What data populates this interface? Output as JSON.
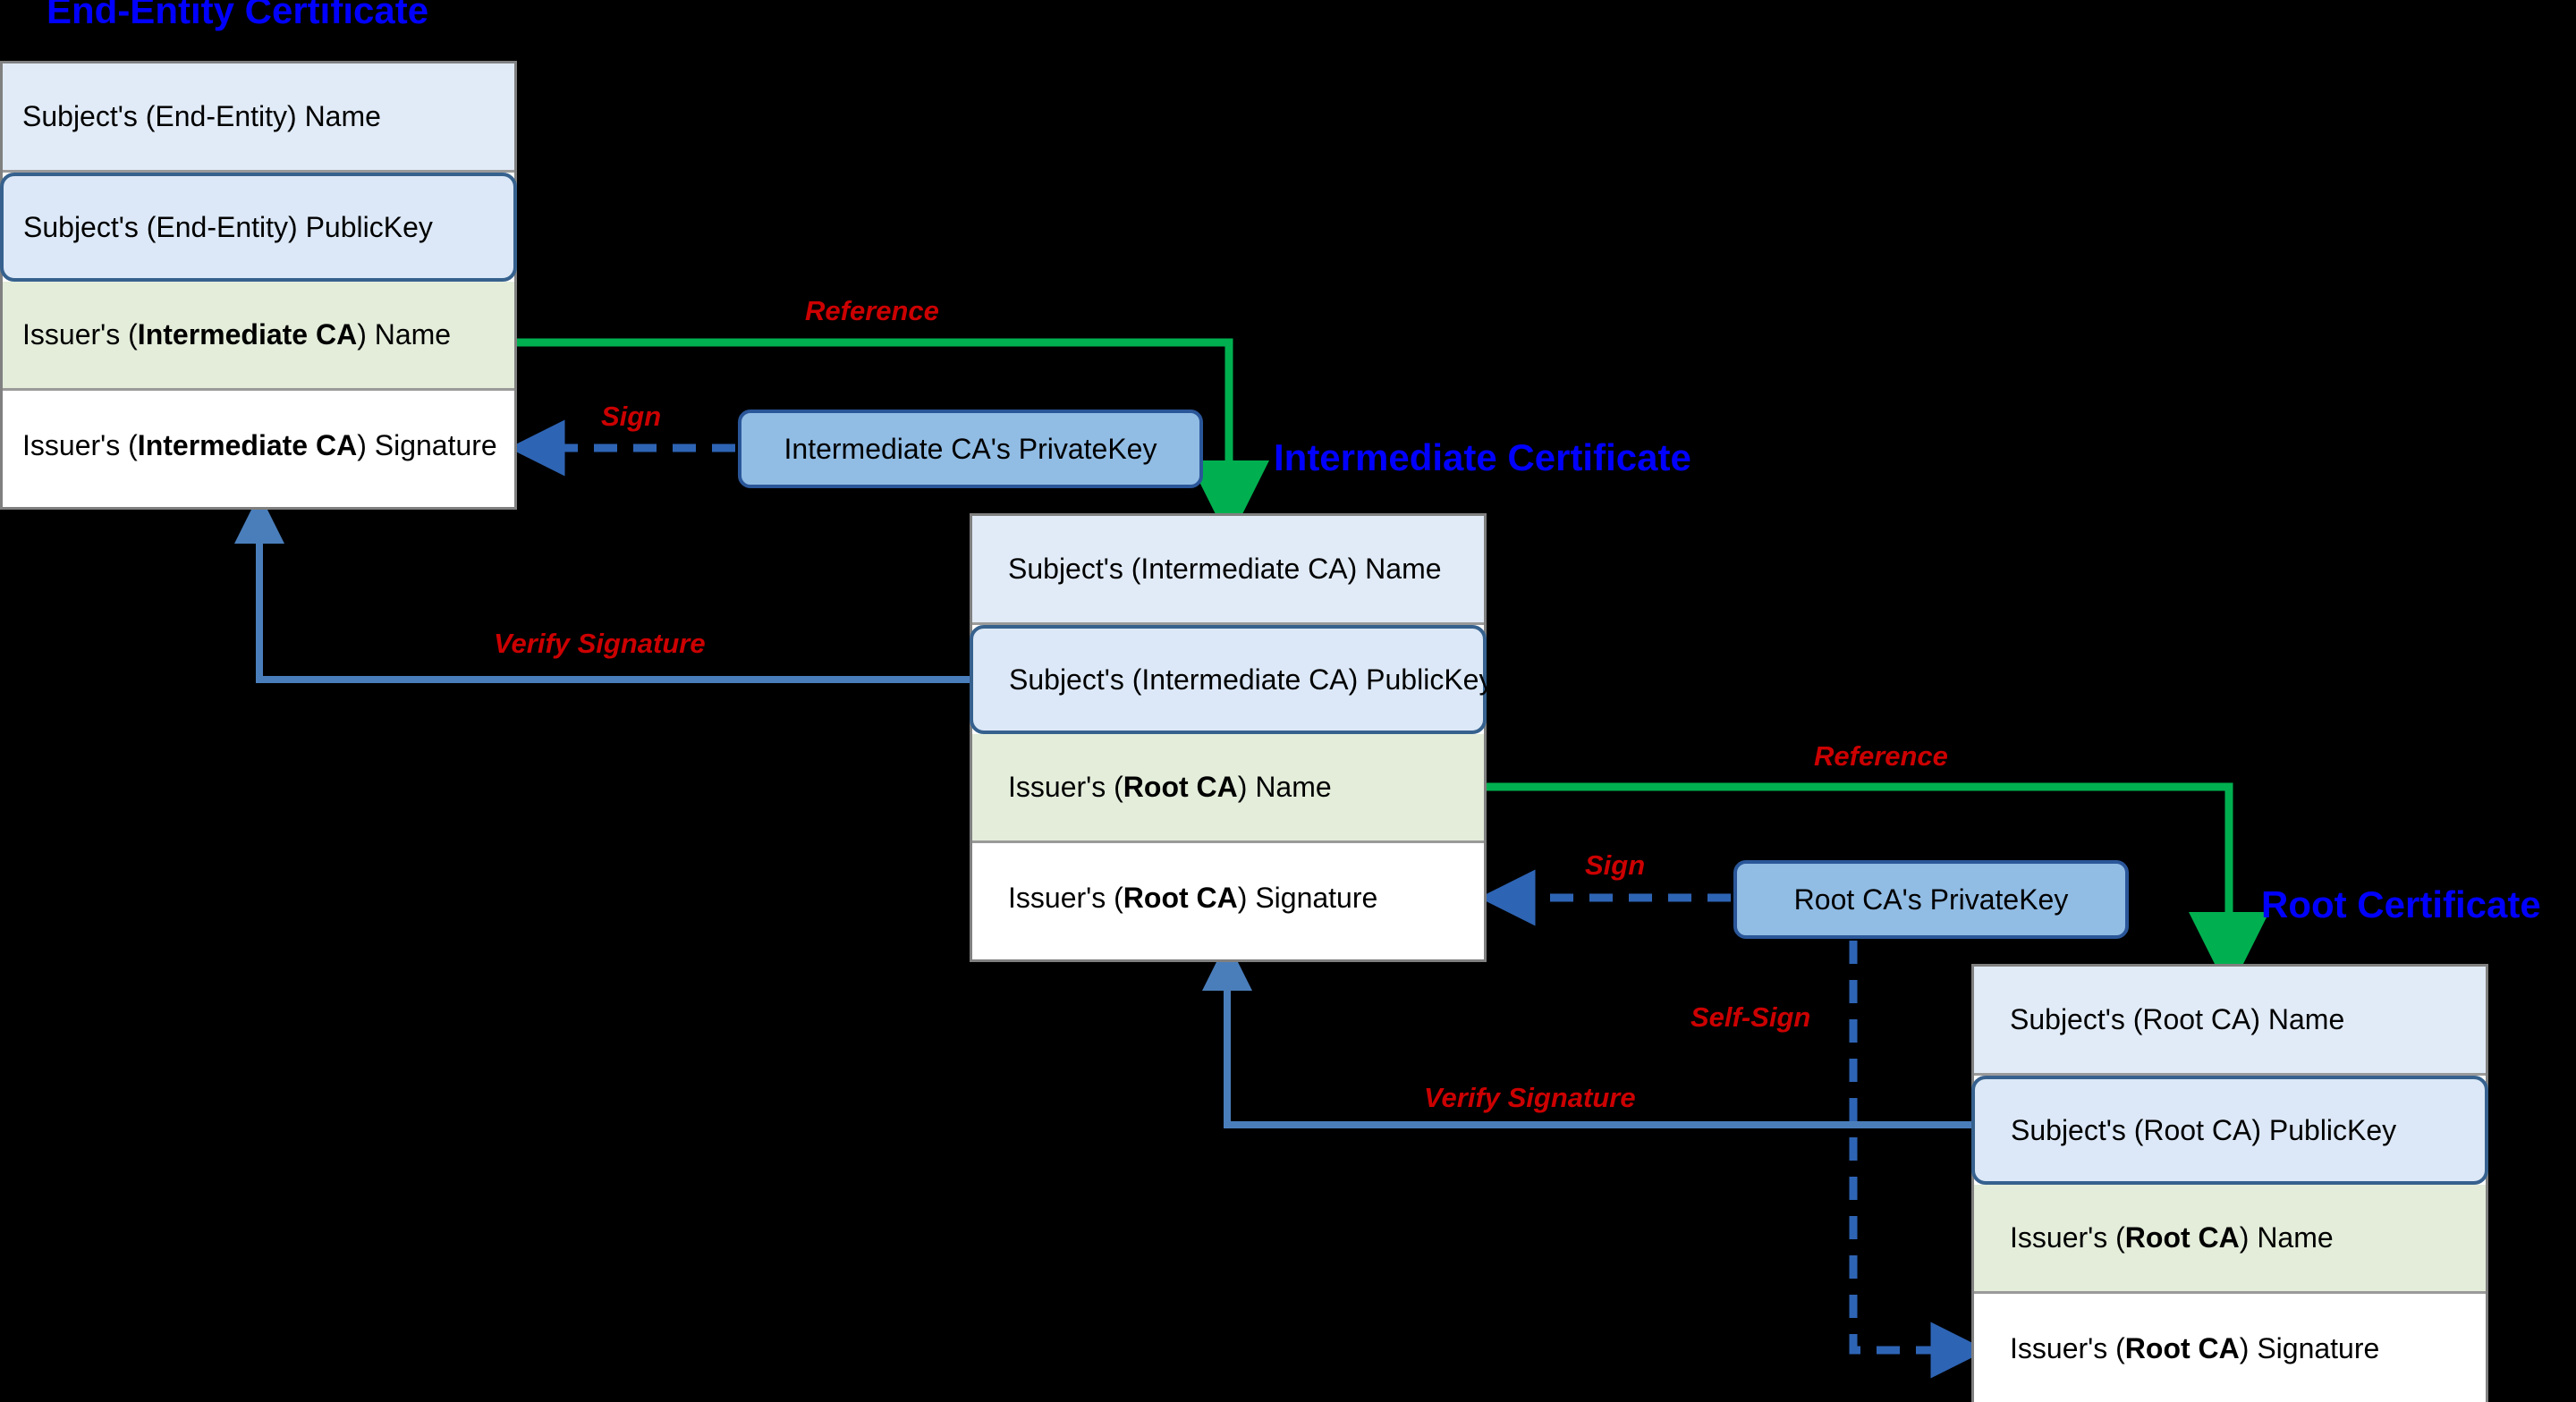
{
  "diagram": {
    "background": "#000000",
    "colors": {
      "title": "#0000ff",
      "edge_label": "#cc0000",
      "reference_arrow": "#00b050",
      "sign_arrow": "#2e64b4",
      "verify_arrow": "#4a7ebb",
      "name_row": "#e1ebf7",
      "publickey_row": "#dce8f7",
      "issuer_row": "#e3edda",
      "signature_row": "#ffffff",
      "privatekey_box": "#91bce4"
    }
  },
  "certificates": [
    {
      "id": "end-entity",
      "title": "End-Entity Certificate",
      "rows": [
        {
          "kind": "name",
          "text": "Subject's (End-Entity) Name"
        },
        {
          "kind": "publickey",
          "text": "Subject's (End-Entity) PublicKey"
        },
        {
          "kind": "issuer",
          "prefix": "Issuer's (",
          "bold": "Intermediate CA",
          "suffix": ") Name"
        },
        {
          "kind": "signature",
          "prefix": "Issuer's (",
          "bold": "Intermediate CA",
          "suffix": ") Signature"
        }
      ]
    },
    {
      "id": "intermediate",
      "title": "Intermediate Certificate",
      "rows": [
        {
          "kind": "name",
          "text": "Subject's (Intermediate CA) Name"
        },
        {
          "kind": "publickey",
          "text": "Subject's (Intermediate CA) PublicKey"
        },
        {
          "kind": "issuer",
          "prefix": "Issuer's (",
          "bold": "Root CA",
          "suffix": ") Name"
        },
        {
          "kind": "signature",
          "prefix": "Issuer's (",
          "bold": "Root CA",
          "suffix": ") Signature"
        }
      ]
    },
    {
      "id": "root",
      "title": "Root Certificate",
      "rows": [
        {
          "kind": "name",
          "text": "Subject's (Root CA) Name"
        },
        {
          "kind": "publickey",
          "text": "Subject's (Root CA) PublicKey"
        },
        {
          "kind": "issuer",
          "prefix": "Issuer's (",
          "bold": "Root CA",
          "suffix": ") Name"
        },
        {
          "kind": "signature",
          "prefix": "Issuer's (",
          "bold": "Root CA",
          "suffix": ") Signature"
        }
      ]
    }
  ],
  "private_keys": [
    {
      "id": "intermediate-privatekey",
      "label": "Intermediate CA's PrivateKey"
    },
    {
      "id": "root-privatekey",
      "label": "Root CA's PrivateKey"
    }
  ],
  "edge_labels": {
    "reference_top": "Reference",
    "sign_top": "Sign",
    "verify_top": "Verify Signature",
    "reference_bottom": "Reference",
    "sign_bottom": "Sign",
    "self_sign": "Self-Sign",
    "verify_bottom": "Verify Signature"
  }
}
